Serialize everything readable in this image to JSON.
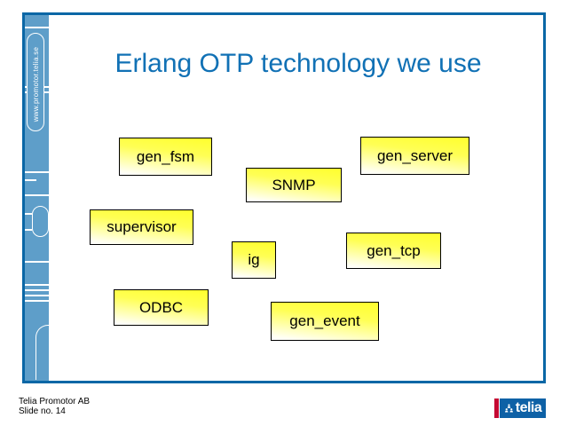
{
  "slide": {
    "title": "Erlang OTP technology we use",
    "sidebar_url": "www.promotor.telia.se"
  },
  "nodes": [
    {
      "label": "gen_fsm"
    },
    {
      "label": "gen_server"
    },
    {
      "label": "SNMP"
    },
    {
      "label": "supervisor"
    },
    {
      "label": "ig"
    },
    {
      "label": "gen_tcp"
    },
    {
      "label": "ODBC"
    },
    {
      "label": "gen_event"
    }
  ],
  "footer": {
    "company": "Telia Promotor AB",
    "slide_no": "Slide no. 14"
  },
  "logo": {
    "wordmark": "telia",
    "emblem_icon": "people-pyramid-icon"
  },
  "colors": {
    "frame_blue": "#0A67A6",
    "sidebar_blue": "#5E9EC9",
    "title_blue": "#1171B5",
    "node_yellow_top": "#FFFF2E",
    "node_gradient_bottom": "#FFFFFF",
    "logo_red": "#C40A33",
    "logo_blue": "#0E61A6"
  }
}
